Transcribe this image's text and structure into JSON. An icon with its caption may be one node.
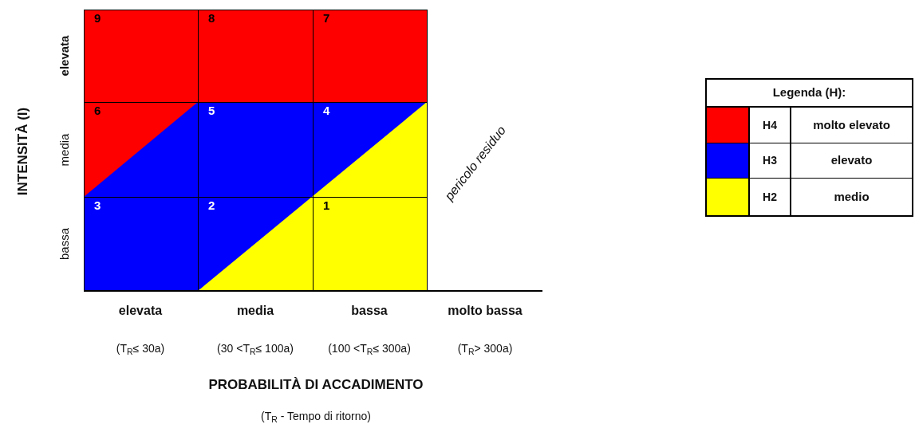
{
  "diagram": {
    "nodes": [
      {
        "text": [
          "9"
        ]
      },
      {
        "text": [
          "8"
        ]
      },
      {
        "text": [
          "7"
        ]
      },
      {
        "text": [
          "6"
        ]
      },
      {
        "text": [
          "5"
        ]
      },
      {
        "text": [
          "4"
        ]
      },
      {
        "text": [
          "3"
        ]
      },
      {
        "text": [
          "2"
        ]
      },
      {
        "text": [
          "1"
        ]
      }
    ],
    "edges": [],
    "labels": [
      "INTENSITÀ (I)",
      "elevata",
      "media",
      "bassa",
      "pericolo residuo",
      "elevata",
      "media",
      "bassa",
      "molto bassa",
      "(T$_{R}$≤ 30a)",
      "(30 <T$_{R}$≤ 100a)",
      "(100 <T$_{R}$≤ 300a)",
      "(T$_{R}$> 300a)",
      "PROBABILITÀ DI ACCADIMENTO",
      "(T$_{R}$ - Tempo di ritorno)",
      "Legenda (H):",
      "molto elevato",
      "elevato",
      "medio"
    ],
    "legend": [
      {
        "text": "H4",
        "color": "#ff0000"
      },
      {
        "text": "H3",
        "color": "#0000ff"
      },
      {
        "text": "H2",
        "color": "#ffff00"
      }
    ]
  }
}
